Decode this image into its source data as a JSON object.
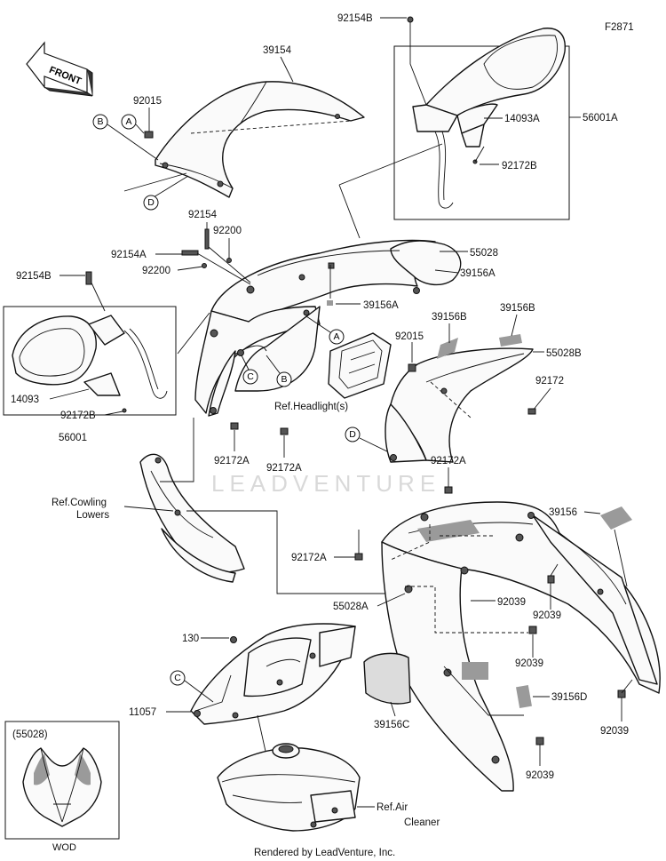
{
  "figure_code": "F2871",
  "front_label": "FRONT",
  "watermark": "LEADVENTURE",
  "footer": "Rendered by LeadVenture, Inc.",
  "variant_label": "(55028)",
  "variant_code": "WOD",
  "refs": {
    "headlight": "Ref.Headlight(s)",
    "cowling_lowers_1": "Ref.Cowling",
    "cowling_lowers_2": "Lowers",
    "air_cleaner_1": "Ref.Air",
    "air_cleaner_2": "Cleaner"
  },
  "parts": {
    "p92154B_top": "92154B",
    "p39154": "39154",
    "p92015_a": "92015",
    "p14093A": "14093A",
    "p56001A": "56001A",
    "p92172B_r": "92172B",
    "p92154": "92154",
    "p92200_a": "92200",
    "p92154A": "92154A",
    "p92200_b": "92200",
    "p55028": "55028",
    "p39156A_1": "39156A",
    "p92154B_l": "92154B",
    "p39156A_2": "39156A",
    "p39156B_1": "39156B",
    "p39156B_2": "39156B",
    "p92015_b": "92015",
    "p55028B": "55028B",
    "p14093": "14093",
    "p92172B_l": "92172B",
    "p92172": "92172",
    "p56001": "56001",
    "p92172A_1": "92172A",
    "p92172A_2": "92172A",
    "p92172A_3": "92172A",
    "p39156": "39156",
    "p92172A_4": "92172A",
    "p92039_1": "92039",
    "p92039_2": "92039",
    "p55028A": "55028A",
    "p92039_3": "92039",
    "p130": "130",
    "p11057": "11057",
    "p39156D": "39156D",
    "p39156C": "39156C",
    "p92039_4": "92039",
    "p92039_5": "92039"
  },
  "callouts": {
    "A": "A",
    "B": "B",
    "C": "C",
    "D": "D"
  }
}
